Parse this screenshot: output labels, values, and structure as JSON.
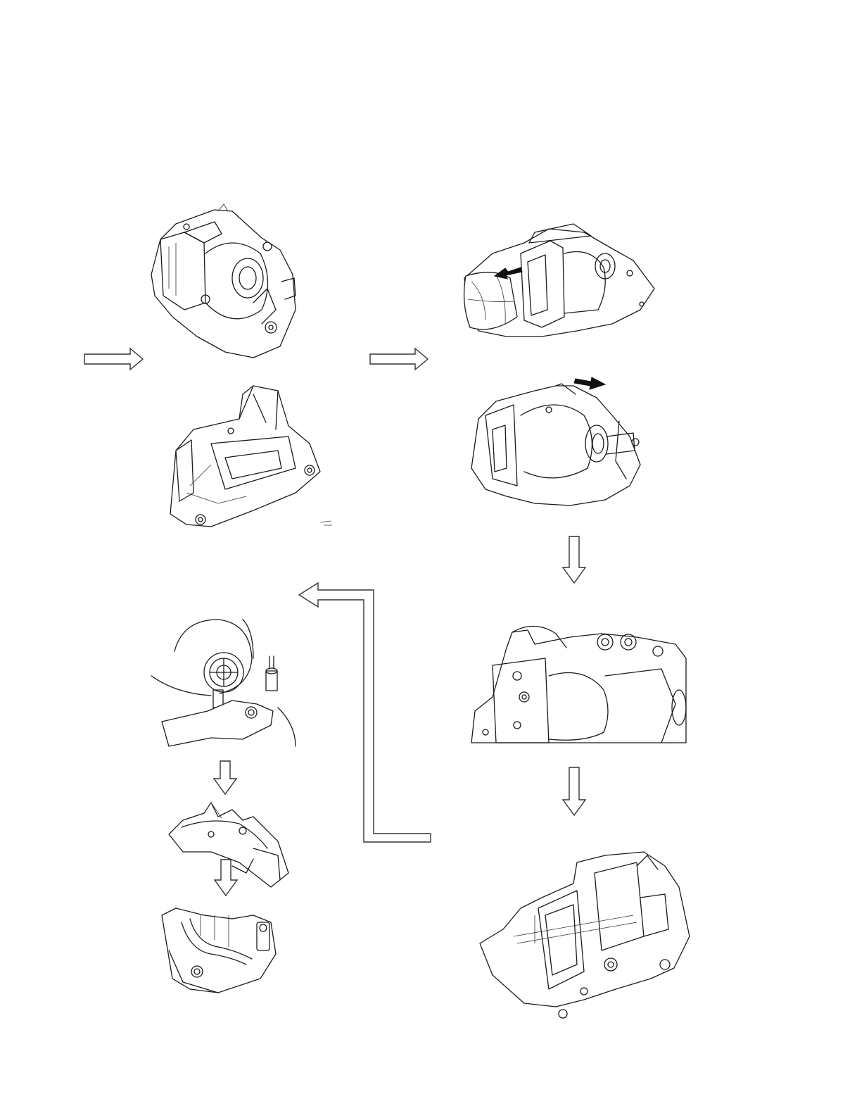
{
  "figures": [
    {
      "id": "lamp-unit-front",
      "label": ""
    },
    {
      "id": "lamp-unit-base",
      "label": ""
    },
    {
      "id": "lamp-slide-out",
      "label": ""
    },
    {
      "id": "lamp-cover-slide",
      "label": ""
    },
    {
      "id": "lamp-closeup",
      "label": ""
    },
    {
      "id": "lamp-housing-open",
      "label": ""
    },
    {
      "id": "bulb-connector",
      "label": ""
    },
    {
      "id": "clamp-bracket",
      "label": ""
    },
    {
      "id": "wire-screw",
      "label": ""
    }
  ],
  "colors": {
    "line": "#1a1a1a",
    "arrow_stroke": "#333333",
    "solid_arrow": "#111111",
    "background": "#ffffff"
  }
}
